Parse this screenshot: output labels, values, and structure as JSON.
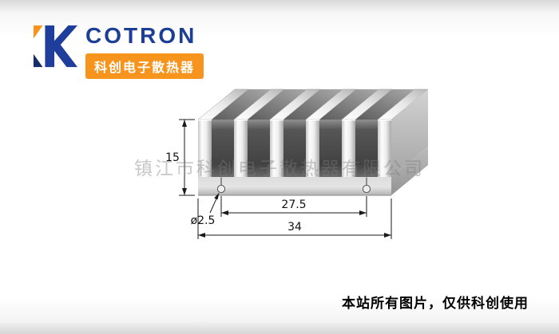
{
  "logo": {
    "brand": "COTRON",
    "tagline": "科创电子散热器",
    "brand_color": "#1c3e96",
    "accent_color": "#f7941d"
  },
  "watermark": {
    "text": "镇江市科创电子散热器有限公司"
  },
  "drawing": {
    "subject": "extruded aluminum heatsink profile, isometric view",
    "fin_count": 6,
    "dimensions": {
      "height": "15",
      "hole_pitch": "27.5",
      "overall_width": "34",
      "hole_diameter": "ø2.5"
    }
  },
  "footer": {
    "note": "本站所有图片，仅供科创使用"
  }
}
